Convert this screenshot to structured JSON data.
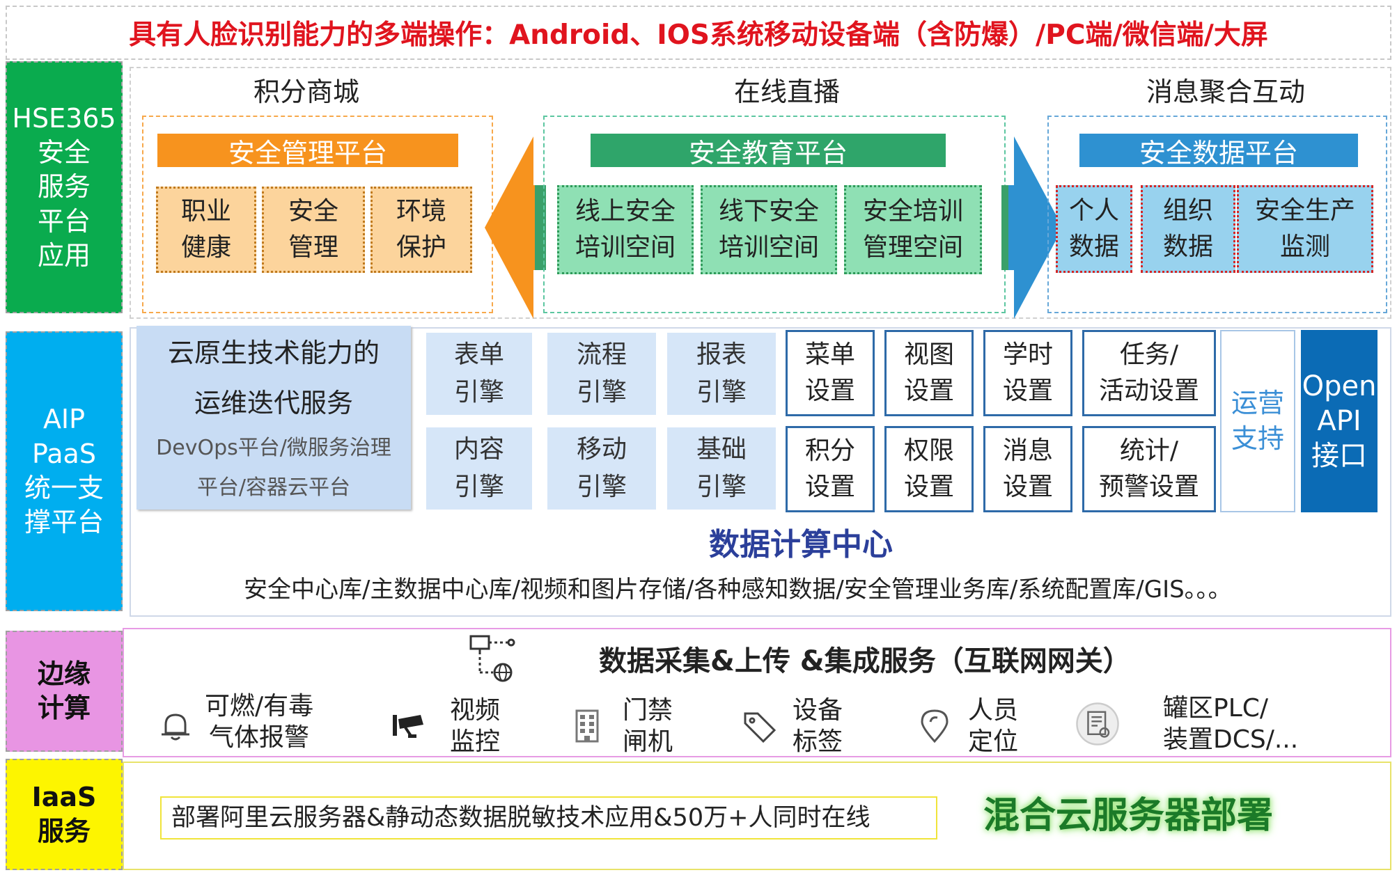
{
  "title": "具有人脸识别能力的多端操作：Android、IOS系统移动设备端（含防爆）/PC端/微信端/大屏",
  "side_labels": {
    "hse": [
      "HSE365",
      "安全",
      "服务",
      "平台",
      "应用"
    ],
    "aip": [
      "AIP",
      "PaaS",
      "统一支",
      "撑平台"
    ],
    "edge": [
      "边缘",
      "计算"
    ],
    "iaas": [
      "IaaS",
      "服务"
    ]
  },
  "app_layer": {
    "sections": [
      {
        "heading": "积分商城",
        "platform": "安全管理平台",
        "color": "#f7931e",
        "items": [
          [
            "职业",
            "健康"
          ],
          [
            "安全",
            "管理"
          ],
          [
            "环境",
            "保护"
          ]
        ]
      },
      {
        "heading": "在线直播",
        "platform": "安全教育平台",
        "color": "#2fa56a",
        "items": [
          [
            "线上安全",
            "培训空间"
          ],
          [
            "线下安全",
            "培训空间"
          ],
          [
            "安全培训",
            "管理空间"
          ]
        ]
      },
      {
        "heading": "消息聚合互动",
        "platform": "安全数据平台",
        "color": "#2e91d1",
        "items": [
          [
            "个人",
            "数据"
          ],
          [
            "组织",
            "数据"
          ],
          [
            "安全生产",
            "监测"
          ]
        ]
      }
    ]
  },
  "aip_layer": {
    "cloud_native": {
      "line1": "云原生技术能力的",
      "line2": "运维迭代服务",
      "line3": "DevOps平台/微服务治理",
      "line4": "平台/容器云平台"
    },
    "engines": [
      [
        "表单",
        "引擎"
      ],
      [
        "流程",
        "引擎"
      ],
      [
        "报表",
        "引擎"
      ],
      [
        "内容",
        "引擎"
      ],
      [
        "移动",
        "引擎"
      ],
      [
        "基础",
        "引擎"
      ]
    ],
    "settings": [
      [
        "菜单",
        "设置"
      ],
      [
        "视图",
        "设置"
      ],
      [
        "学时",
        "设置"
      ],
      [
        "任务/",
        "活动设置"
      ],
      [
        "积分",
        "设置"
      ],
      [
        "权限",
        "设置"
      ],
      [
        "消息",
        "设置"
      ],
      [
        "统计/",
        "预警设置"
      ]
    ],
    "ops_support": [
      "运营",
      "支持"
    ],
    "open_api": [
      "Open",
      "API",
      "接口"
    ],
    "data_center_title": "数据计算中心",
    "data_center_desc": "安全中心库/主数据中心库/视频和图片存储/各种感知数据/安全管理业务库/系统配置库/GIS。。。"
  },
  "edge_layer": {
    "title": "数据采集&上传 &集成服务（互联网网关）",
    "items": [
      {
        "icon": "bell-icon",
        "lines": [
          "可燃/有毒",
          "气体报警"
        ]
      },
      {
        "icon": "camera-icon",
        "lines": [
          "视频",
          "监控"
        ]
      },
      {
        "icon": "building-icon",
        "lines": [
          "门禁",
          "闸机"
        ]
      },
      {
        "icon": "tag-icon",
        "lines": [
          "设备",
          "标签"
        ]
      },
      {
        "icon": "location-pin-icon",
        "lines": [
          "人员",
          "定位"
        ]
      },
      {
        "icon": "document-gear-icon",
        "lines": [
          "罐区PLC/",
          "装置DCS/..."
        ]
      }
    ]
  },
  "iaas_layer": {
    "deploy_text": "部署阿里云服务器&静动态数据脱敏技术应用&50万+人同时在线",
    "hybrid_title": "混合云服务器部署"
  },
  "colors": {
    "title_red": "#e0141e",
    "hse_green": "#0aab4e",
    "aip_blue": "#00aeef",
    "edge_pink": "#e895e3",
    "iaas_yellow": "#fdf500",
    "data_center_text": "#2b3f9a",
    "ops_text": "#3b8fd6",
    "api_bg": "#0b6bb5"
  }
}
